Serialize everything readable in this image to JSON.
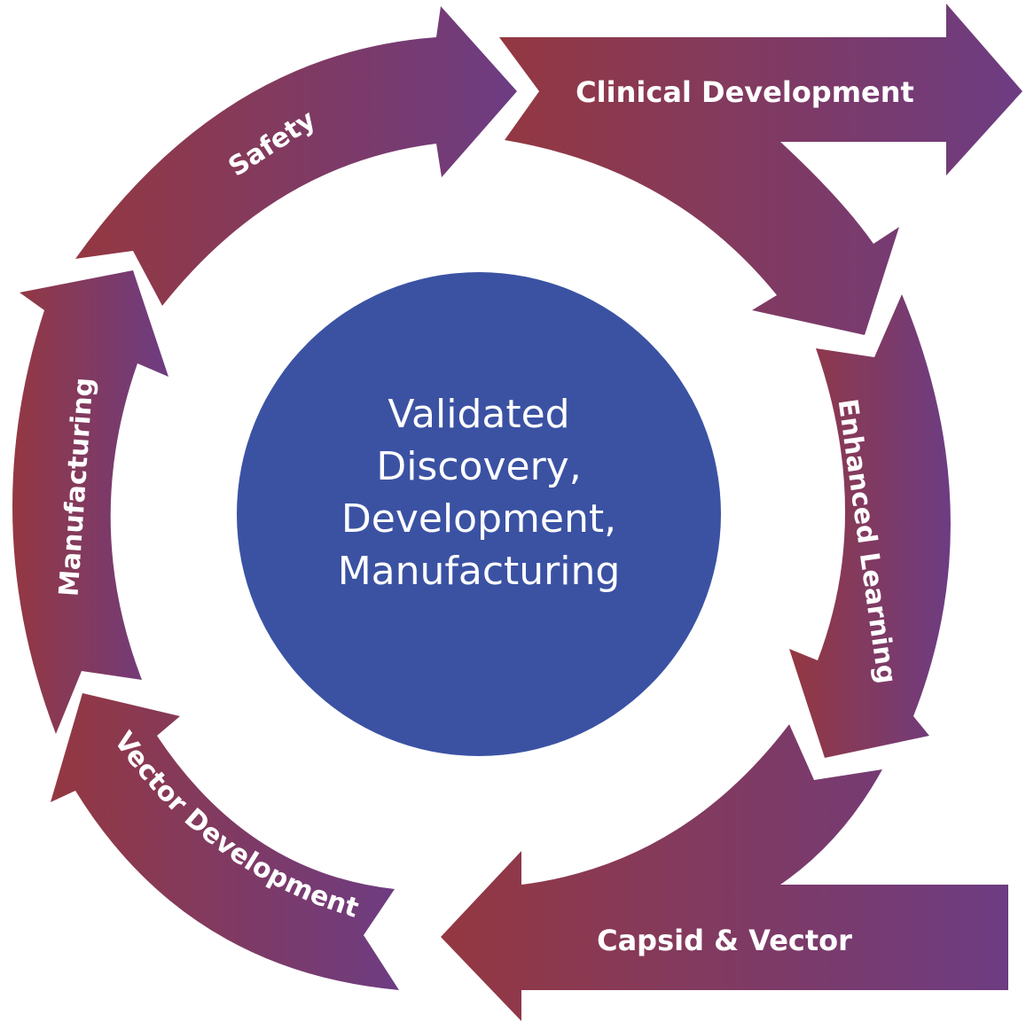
{
  "diagram": {
    "type": "cycle",
    "center": {
      "lines": [
        "Validated",
        "Discovery,",
        "Development,",
        "Manufacturing"
      ],
      "color": "#3B52A3",
      "text_color": "#FFFFFF"
    },
    "gradient": {
      "start": "#943841",
      "end": "#6D3C82"
    },
    "stages": [
      {
        "id": "safety",
        "label": "Safety"
      },
      {
        "id": "clinical-development",
        "label": "Clinical Development"
      },
      {
        "id": "enhanced-learning",
        "label": "Enhanced Learning"
      },
      {
        "id": "capsid-vector",
        "label": "Capsid & Vector"
      },
      {
        "id": "vector-development",
        "label": "Vector Development"
      },
      {
        "id": "manufacturing",
        "label": "Manufacturing"
      }
    ],
    "flow": [
      "Manufacturing",
      "Safety",
      "Clinical Development",
      "Enhanced Learning",
      "Capsid & Vector",
      "Vector Development",
      "Manufacturing"
    ]
  }
}
